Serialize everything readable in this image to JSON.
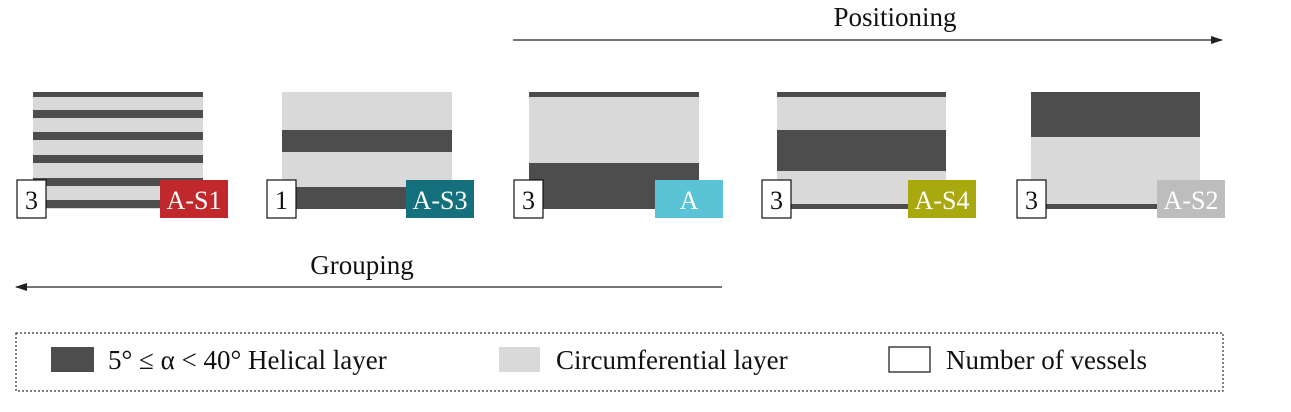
{
  "top_arrow": {
    "label": "Positioning"
  },
  "bottom_arrow": {
    "label": "Grouping"
  },
  "colors": {
    "helical": "#4d4d4d",
    "circumferential": "#d9d9d9",
    "A-S1": "#c0282b",
    "A-S3": "#14707d",
    "A": "#5bc3d6",
    "A-S4": "#a9a80e",
    "A-S2": "#bdbdbd"
  },
  "samples": [
    {
      "id": "s1",
      "count": "3",
      "code": "A-S1",
      "color_key": "A-S1"
    },
    {
      "id": "s3",
      "count": "1",
      "code": "A-S3",
      "color_key": "A-S3"
    },
    {
      "id": "a",
      "count": "3",
      "code": "A",
      "color_key": "A"
    },
    {
      "id": "s4",
      "count": "3",
      "code": "A-S4",
      "color_key": "A-S4"
    },
    {
      "id": "s2",
      "count": "3",
      "code": "A-S2",
      "color_key": "A-S2"
    }
  ],
  "legend": {
    "helical": "5° ≤ α < 40° Helical layer",
    "circumferential": "Circumferential layer",
    "vessels": "Number of vessels"
  }
}
